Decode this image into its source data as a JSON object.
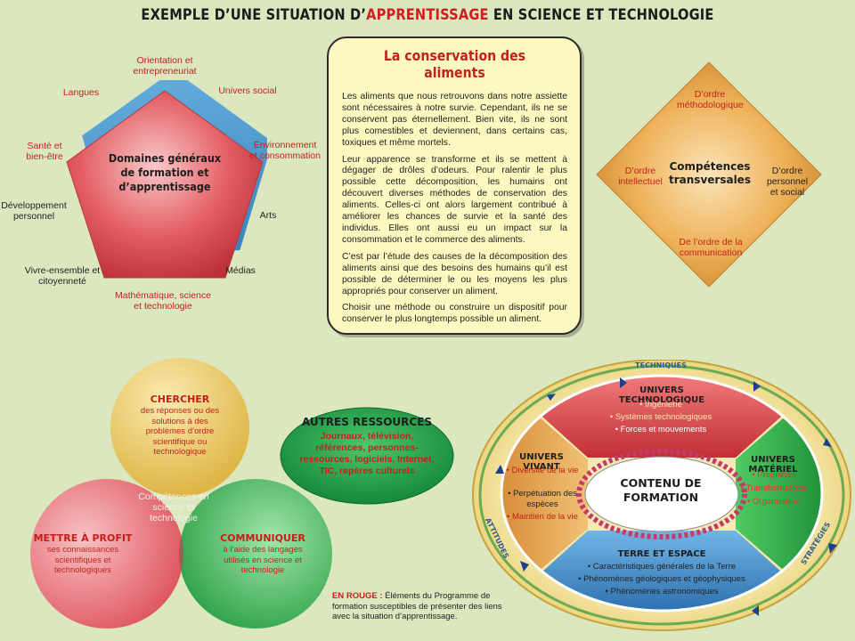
{
  "title": {
    "prefix": "EXEMPLE D’UNE SITUATION D’",
    "highlight": "APPRENTISSAGE",
    "suffix": " EN SCIENCE ET TECHNOLOGIE"
  },
  "pentagon": {
    "center": "Domaines généraux de formation et d’apprentissage",
    "labels": {
      "orientation": "Orientation et entrepreneuriat",
      "univers_social": "Univers social",
      "environnement": "Environnement et consommation",
      "arts": "Arts",
      "medias": "Médias",
      "mathematique": "Mathématique, science et technologie",
      "vivre": "Vivre-ensemble et citoyenneté",
      "developpement": "Développement personnel",
      "sante": "Santé et bien-être",
      "langues": "Langues"
    }
  },
  "textbox": {
    "title": "La conservation des aliments",
    "paragraphs": [
      "Les aliments que nous retrouvons dans notre assiette sont nécessaires à notre survie. Cependant, ils ne se conservent pas éternellement. Bien vite, ils ne sont plus comestibles et deviennent, dans certains cas, toxiques et même mortels.",
      "Leur apparence se transforme et ils se mettent à dégager de drôles d’odeurs. Pour ralentir le plus possible cette décomposition, les humains ont découvert diverses méthodes de conservation des aliments. Celles-ci ont alors largement contribué à améliorer les chances de survie et la santé des individus. Elles ont aussi eu un impact sur la consommation et le commerce des aliments.",
      "C’est par l’étude des causes de la décomposition des aliments ainsi que des besoins des humains qu’il est possible de déterminer le ou les moyens les plus appropriés pour conserver un aliment.",
      "Choisir une méthode ou construire un dispositif pour conserver le plus longtemps possible un aliment."
    ]
  },
  "diamond": {
    "center": "Compétences transversales",
    "top": "D’ordre méthodologique",
    "left": "D’ordre intellectuel",
    "right": "D’ordre personnel et social",
    "bottom": "De l’ordre de la communication"
  },
  "venn": {
    "top_title": "CHERCHER",
    "top_text": "des réponses ou des solutions à des problèmes d’ordre scientifique ou technologique",
    "left_title": "METTRE À PROFIT",
    "left_text": "ses connaissances scientifiques et technologiques",
    "right_title": "COMMUNIQUER",
    "right_text": "à l’aide des langages utilisés en science et technologie",
    "center": "Compétences en science et technologie"
  },
  "ressources": {
    "title": "AUTRES RESSOURCES",
    "text": "Journaux, télévision, références, personnes-ressources, logiciels, Internet, TIC, repères culturels"
  },
  "contenu": {
    "center": "CONTENU DE FORMATION",
    "ring_top": "TECHNIQUES",
    "ring_left": "ATTITUDES",
    "ring_right": "STRATÉGIES",
    "techno_title": "UNIVERS TECHNOLOGIQUE",
    "techno_items": [
      "Ingénierie",
      "Systèmes technologiques",
      "Forces et mouvements"
    ],
    "vivant_title": "UNIVERS VIVANT",
    "vivant_items": [
      "Diversité de la vie",
      "Perpétuation des espèces",
      "Maintien de la vie"
    ],
    "materiel_title": "UNIVERS MATÉRIEL",
    "materiel_items": [
      "Propriétés",
      "Transformations",
      "Organisation"
    ],
    "terre_title": "TERRE ET ESPACE",
    "terre_items": [
      "Caractéristiques générales de la Terre",
      "Phénomènes géologiques et géophysiques",
      "Phénomènes astronomiques"
    ]
  },
  "legend": {
    "red": "EN ROUGE :",
    "text": " Éléments du Programme de formation susceptibles de présenter des liens avec la situation d’apprentissage."
  },
  "colors": {
    "red": "#c41f1a",
    "pentagon": "#e0545c",
    "diamond": "#e8a54a",
    "venn_yellow": "#e9c55a",
    "venn_pink": "#e86670",
    "venn_green": "#2fb050",
    "techno": "#d33b3f",
    "vivant": "#e4a250",
    "materiel": "#27a442",
    "terre": "#3e88c9"
  }
}
